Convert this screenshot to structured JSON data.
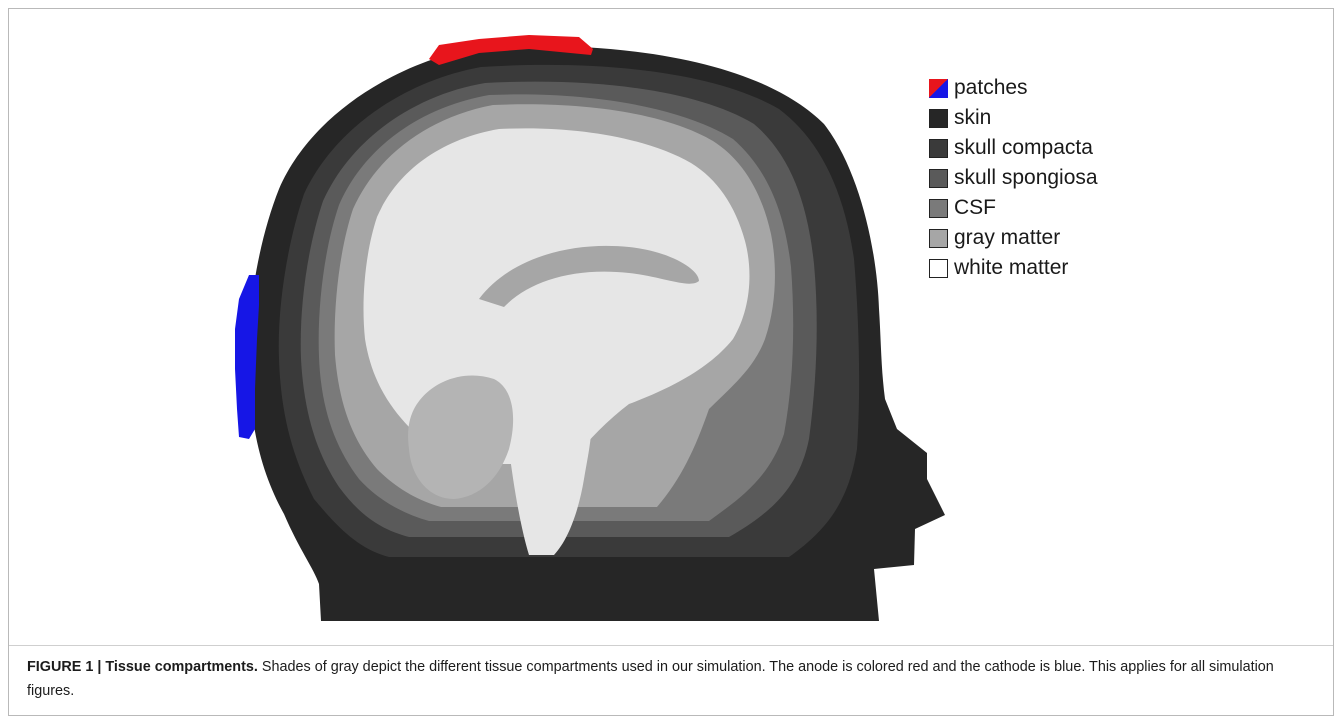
{
  "legend": {
    "items": [
      {
        "label": "patches",
        "swatch": "split",
        "colors": [
          "#e8151c",
          "#1616e6"
        ]
      },
      {
        "label": "skin",
        "swatch": "solid",
        "color": "#262626"
      },
      {
        "label": "skull compacta",
        "swatch": "solid",
        "color": "#3a3a3a"
      },
      {
        "label": "skull spongiosa",
        "swatch": "solid",
        "color": "#5a5a5a"
      },
      {
        "label": "CSF",
        "swatch": "solid",
        "color": "#7a7a7a"
      },
      {
        "label": "gray matter",
        "swatch": "solid",
        "color": "#a6a6a6"
      },
      {
        "label": "white matter",
        "swatch": "solid",
        "color": "#ffffff"
      }
    ]
  },
  "caption": {
    "label": "FIGURE 1 | ",
    "title": "Tissue compartments.",
    "text": " Shades of gray depict the different tissue compartments used in our simulation. The anode is colored red and the cathode is blue. This applies for all simulation figures."
  },
  "colors": {
    "skin": "#262626",
    "skull_compacta": "#3a3a3a",
    "skull_spongiosa": "#5a5a5a",
    "csf": "#7a7a7a",
    "gray_matter": "#a6a6a6",
    "white_matter": "#e6e6e6",
    "anode": "#e8151c",
    "cathode": "#1616e6"
  }
}
